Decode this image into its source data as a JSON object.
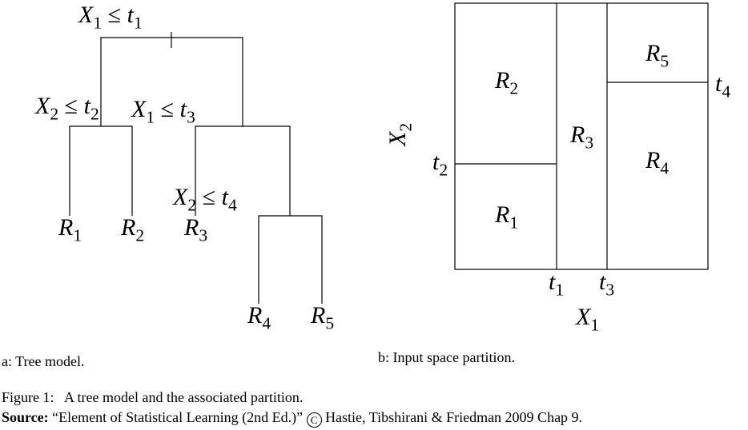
{
  "tree": {
    "root": {
      "var": "X",
      "var_sub": "1",
      "op": "≤",
      "thr": "t",
      "thr_sub": "1"
    },
    "left_split": {
      "var": "X",
      "var_sub": "2",
      "op": "≤",
      "thr": "t",
      "thr_sub": "2"
    },
    "right_split": {
      "var": "X",
      "var_sub": "1",
      "op": "≤",
      "thr": "t",
      "thr_sub": "3"
    },
    "deep_split": {
      "var": "X",
      "var_sub": "2",
      "op": "≤",
      "thr": "t",
      "thr_sub": "4"
    },
    "leaves": [
      {
        "base": "R",
        "sub": "1"
      },
      {
        "base": "R",
        "sub": "2"
      },
      {
        "base": "R",
        "sub": "3"
      },
      {
        "base": "R",
        "sub": "4"
      },
      {
        "base": "R",
        "sub": "5"
      }
    ]
  },
  "partition": {
    "regions": [
      {
        "base": "R",
        "sub": "2"
      },
      {
        "base": "R",
        "sub": "1"
      },
      {
        "base": "R",
        "sub": "3"
      },
      {
        "base": "R",
        "sub": "5"
      },
      {
        "base": "R",
        "sub": "4"
      }
    ],
    "x_axis": {
      "base": "X",
      "sub": "1"
    },
    "y_axis": {
      "base": "X",
      "sub": "2"
    },
    "ticks": {
      "t1": {
        "base": "t",
        "sub": "1"
      },
      "t2": {
        "base": "t",
        "sub": "2"
      },
      "t3": {
        "base": "t",
        "sub": "3"
      },
      "t4": {
        "base": "t",
        "sub": "4"
      }
    }
  },
  "captions": {
    "sub_a": "a: Tree model.",
    "sub_b": "b: Input space partition.",
    "figure": "Figure 1:   A tree model and the associated partition.",
    "source_label": "Source:",
    "source_text": "“Element of Statistical Learning (2nd Ed.)”",
    "copyright_symbol": "C",
    "source_tail": "Hastie, Tibshirani & Friedman 2009 Chap 9."
  }
}
